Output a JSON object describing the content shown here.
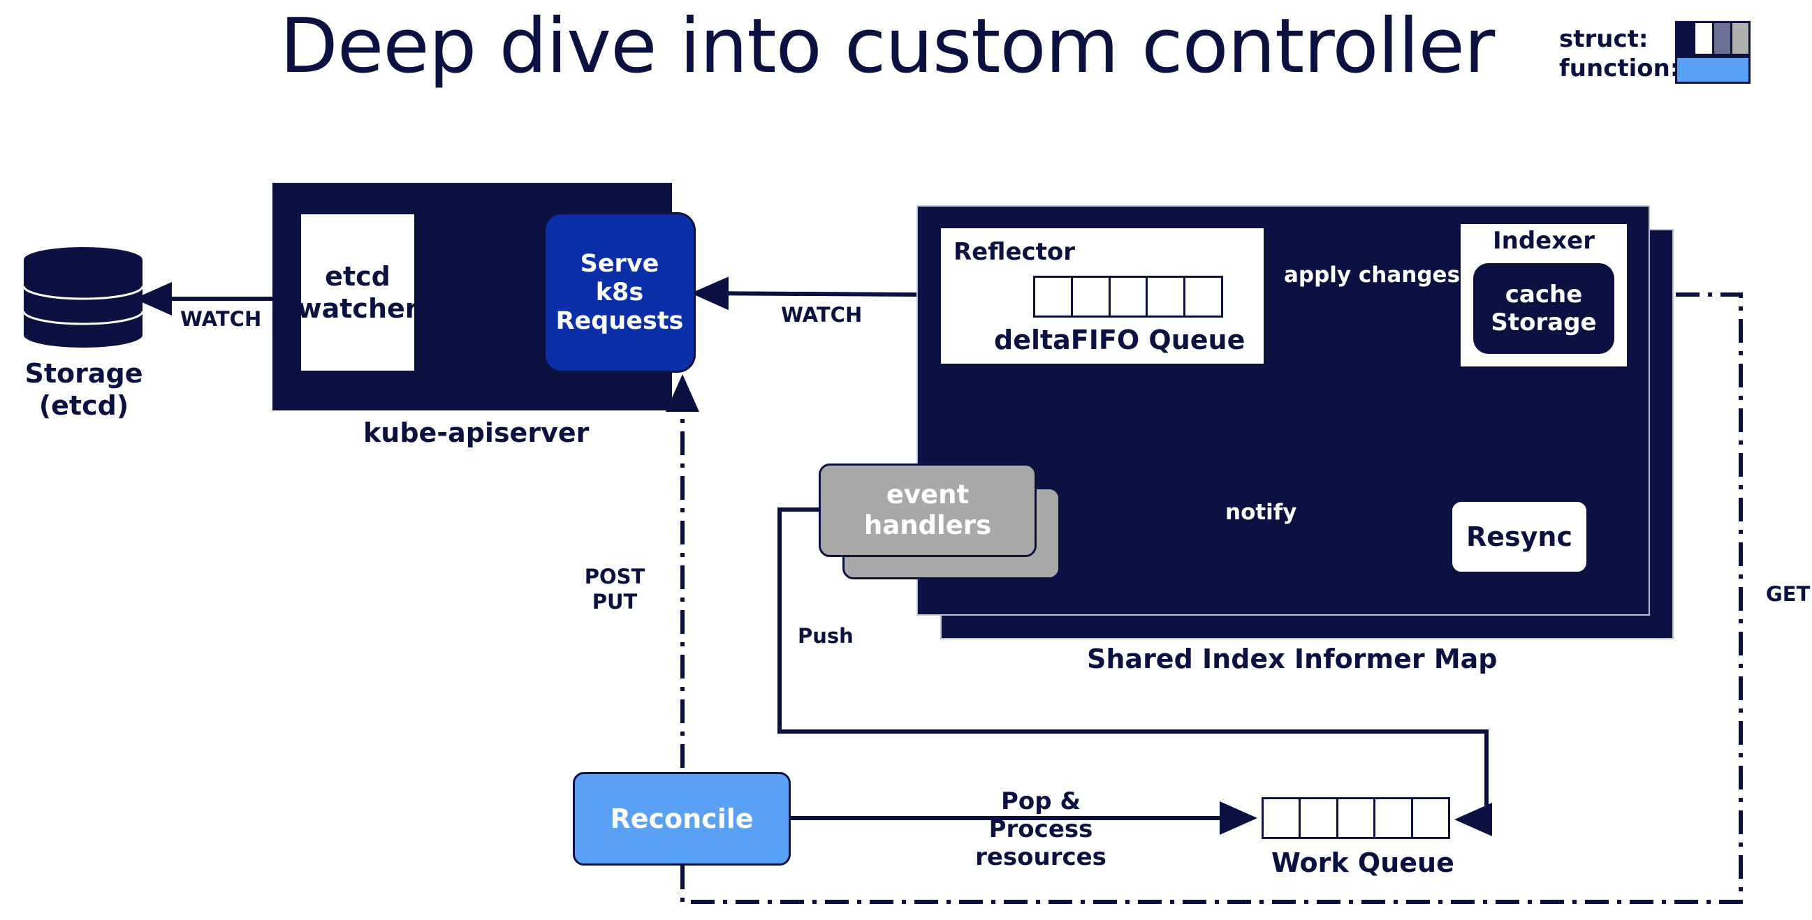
{
  "title": "Deep dive into custom controller",
  "legend": {
    "struct_label": "struct:",
    "function_label": "function:",
    "struct_colors": [
      "#0b1140",
      "#ffffff",
      "#6b6f90",
      "#b0b0b0"
    ],
    "function_color": "#5aa0f5"
  },
  "storage": {
    "label": "Storage\n(etcd)"
  },
  "apiserver": {
    "label": "kube-apiserver",
    "etcd_watcher": "etcd\nwatcher",
    "serve": "Serve\nk8s\nRequests"
  },
  "informer": {
    "map_label": "Shared Index Informer Map",
    "reflector": "Reflector",
    "deltafifo": "deltaFIFO Queue",
    "indexer": "Indexer",
    "cache": "cache\nStorage",
    "resync": "Resync",
    "event_handlers": "event\nhandlers"
  },
  "edges": {
    "watch_storage": "WATCH",
    "watch_api": "WATCH",
    "apply_changes": "apply changes",
    "notify": "notify",
    "push": "Push",
    "post_put": "POST\nPUT",
    "get": "GET",
    "pop_process": "Pop &\nProcess resources"
  },
  "reconcile": "Reconcile",
  "work_queue": "Work Queue",
  "colors": {
    "navy": "#0b1140",
    "royal_blue": "#0a2fa8",
    "light_blue": "#5aa0f5",
    "grey": "#a9a9a9",
    "grey_dark": "#8e8e8e"
  }
}
